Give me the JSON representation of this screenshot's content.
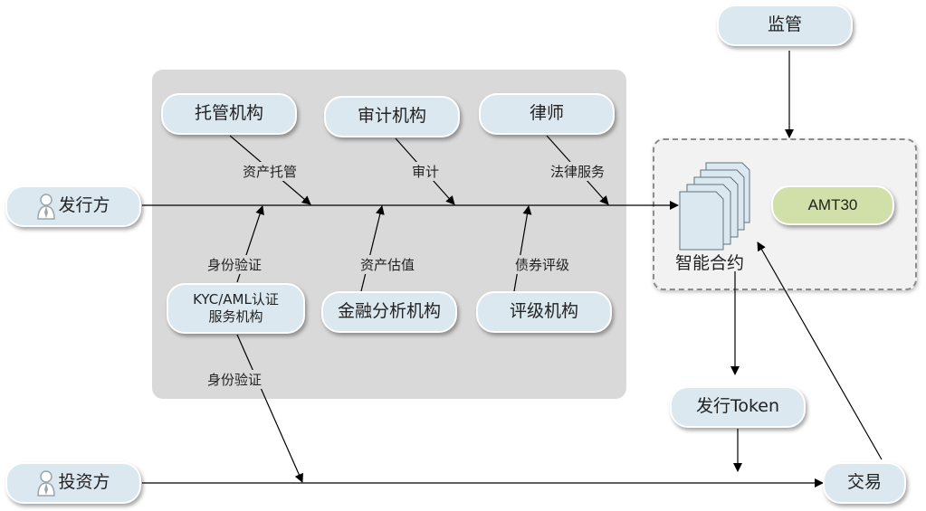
{
  "nodes": {
    "issuer": "发行方",
    "investor": "投资方",
    "regulator": "监管",
    "custodian": "托管机构",
    "auditor": "审计机构",
    "lawyer": "律师",
    "kyc_line1": "KYC/AML认证",
    "kyc_line2": "服务机构",
    "financial_analysis": "金融分析机构",
    "rating_agency": "评级机构",
    "smart_contract": "智能合约",
    "amt": "AMT30",
    "issue_token": "发行Token",
    "trade": "交易"
  },
  "edge_labels": {
    "asset_custody": "资产托管",
    "audit": "审计",
    "legal_service": "法律服务",
    "identity_verify_top": "身份验证",
    "asset_valuation": "资产估值",
    "bond_rating": "债券评级",
    "identity_verify_bottom": "身份验证"
  },
  "colors": {
    "node_fill": "#dbe8f0",
    "amt_fill": "#d0e0a8",
    "panel_gray": "#d9d9d9",
    "line": "#000000"
  },
  "icons": {
    "person": "person-icon",
    "documents": "stacked-documents-icon"
  }
}
